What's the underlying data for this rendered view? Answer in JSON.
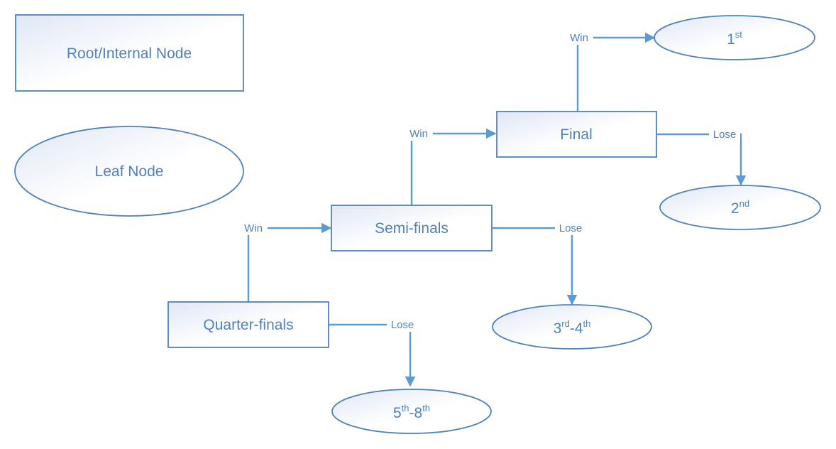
{
  "legend": {
    "internal_node_label": "Root/Internal Node",
    "leaf_node_label": "Leaf Node"
  },
  "nodes": {
    "quarter_finals": "Quarter-finals",
    "semi_finals": "Semi-finals",
    "final": "Final",
    "first": {
      "main": "1",
      "sup": "st"
    },
    "second": {
      "main": "2",
      "sup": "nd"
    },
    "third_fourth": {
      "a": "3",
      "a_sup": "rd",
      "sep": "-4",
      "b_sup": "th"
    },
    "fifth_eighth": {
      "a": "5",
      "a_sup": "th",
      "sep": "-8",
      "b_sup": "th"
    }
  },
  "edges": {
    "win": "Win",
    "lose": "Lose"
  },
  "colors": {
    "stroke": "#4f81bd",
    "arrow": "#5b9bd5",
    "text": "#4f81bd",
    "fill_start": "#dfe7f5",
    "fill_end": "#ffffff"
  }
}
